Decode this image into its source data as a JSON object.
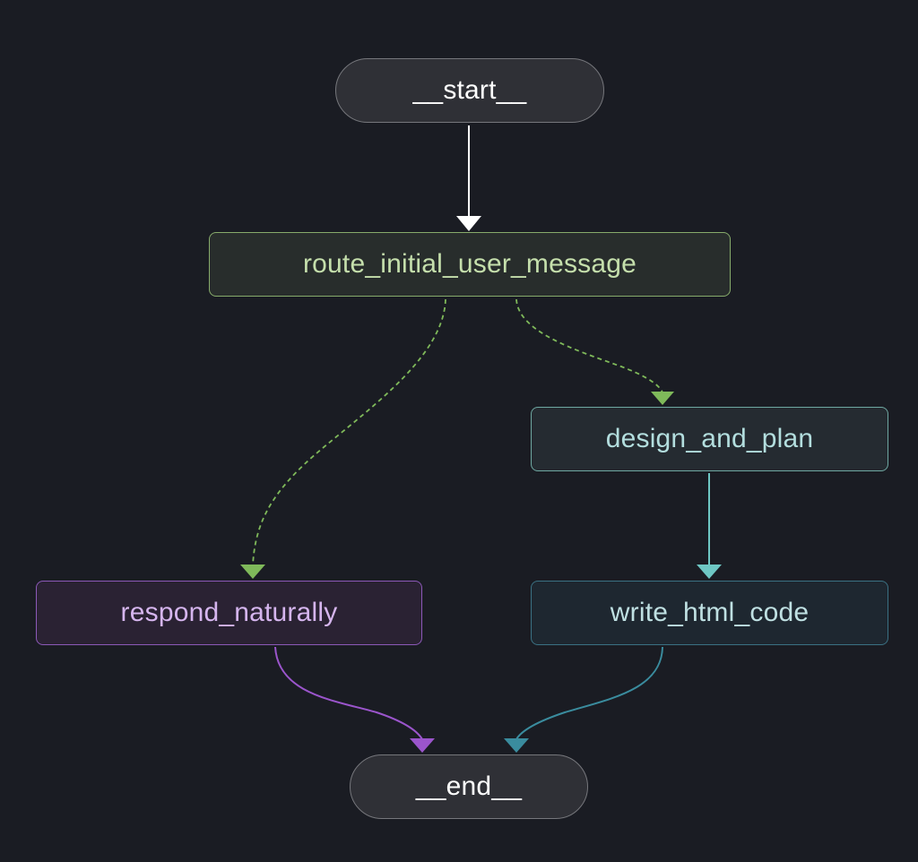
{
  "graph": {
    "nodes": {
      "start": "__start__",
      "route": "route_initial_user_message",
      "design": "design_and_plan",
      "write": "write_html_code",
      "respond": "respond_naturally",
      "end": "__end__"
    },
    "edges": [
      {
        "from": "__start__",
        "to": "route_initial_user_message",
        "style": "solid",
        "color": "#ffffff"
      },
      {
        "from": "route_initial_user_message",
        "to": "design_and_plan",
        "style": "dashed",
        "color": "#7fb95a"
      },
      {
        "from": "route_initial_user_message",
        "to": "respond_naturally",
        "style": "dashed",
        "color": "#7fb95a"
      },
      {
        "from": "design_and_plan",
        "to": "write_html_code",
        "style": "solid",
        "color": "#6ec7c4"
      },
      {
        "from": "respond_naturally",
        "to": "__end__",
        "style": "solid",
        "color": "#9b55cc"
      },
      {
        "from": "write_html_code",
        "to": "__end__",
        "style": "solid",
        "color": "#3a8c9e"
      }
    ]
  }
}
